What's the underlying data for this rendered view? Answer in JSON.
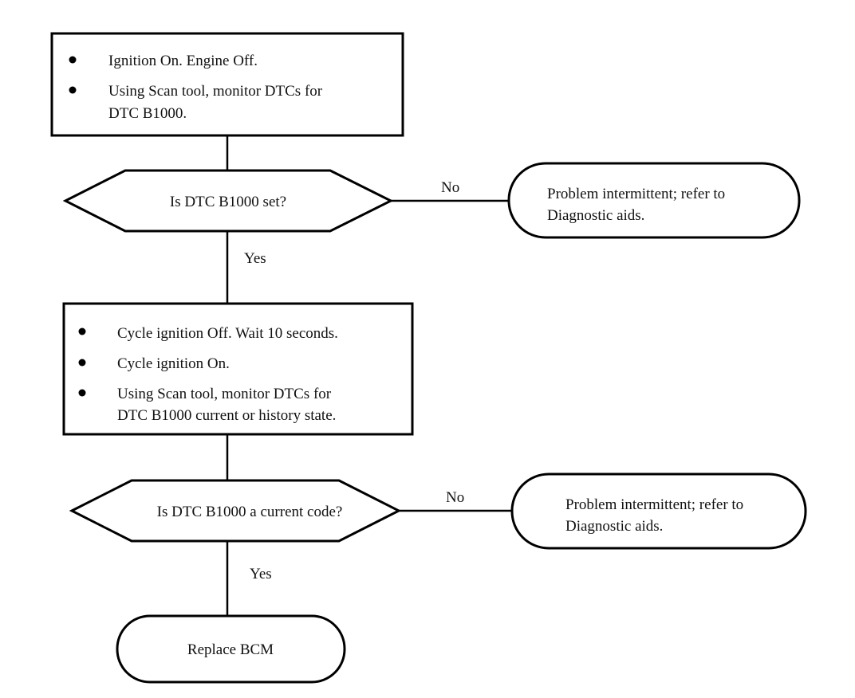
{
  "step1": {
    "bullets": [
      [
        "Ignition On. Engine Off."
      ],
      [
        "Using Scan tool, monitor DTCs for",
        "DTC B1000."
      ]
    ]
  },
  "decision1": {
    "question": "Is DTC B1000 set?",
    "no_label": "No",
    "yes_label": "Yes"
  },
  "terminal1": {
    "lines": [
      "Problem intermittent; refer to",
      "Diagnostic aids."
    ]
  },
  "step2": {
    "bullets": [
      [
        "Cycle ignition Off. Wait 10 seconds."
      ],
      [
        "Cycle ignition On."
      ],
      [
        "Using Scan tool, monitor DTCs for",
        "DTC B1000 current or history state."
      ]
    ]
  },
  "decision2": {
    "question": "Is DTC B1000 a current code?",
    "no_label": "No",
    "yes_label": "Yes"
  },
  "terminal2": {
    "lines": [
      "Problem intermittent; refer to",
      "Diagnostic aids."
    ]
  },
  "final": {
    "label": "Replace BCM"
  }
}
